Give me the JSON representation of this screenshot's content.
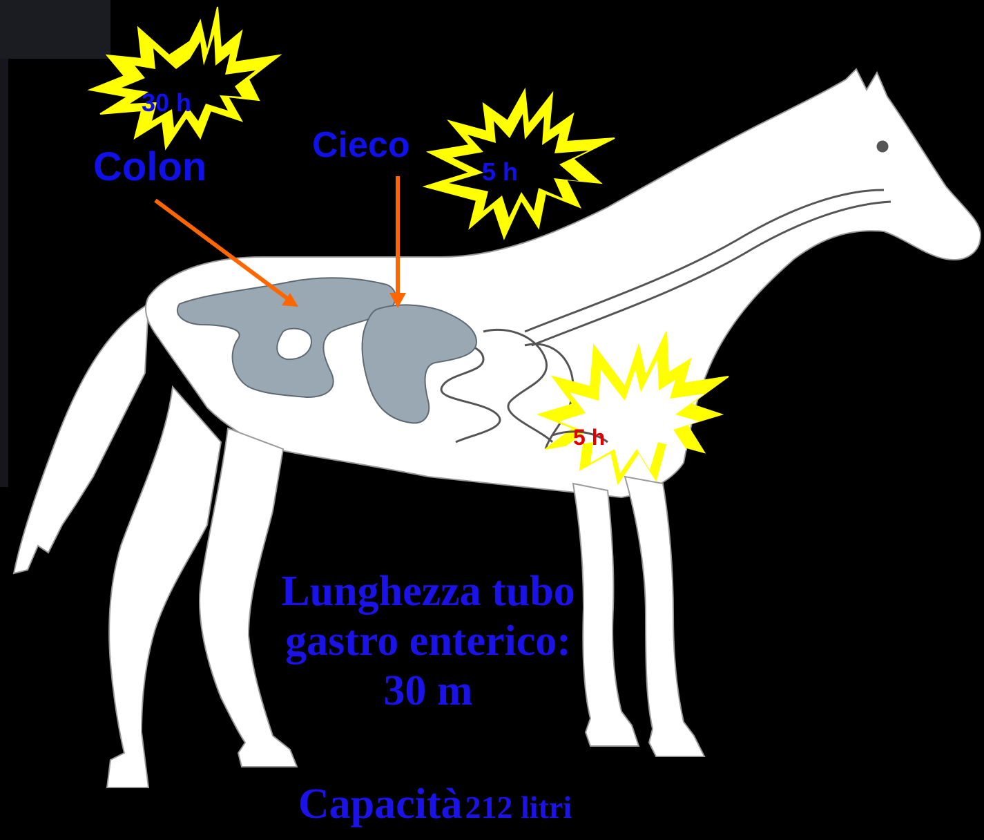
{
  "labels": {
    "colon": "Colon",
    "cieco": "Cieco",
    "colon_time": "30 h",
    "cieco_time": "5 h",
    "stomach_time": "5 h"
  },
  "info": {
    "line1": "Lunghezza tubo",
    "line2": "gastro enterico:",
    "line3": "30 m",
    "capacity_word": "Capacità",
    "capacity_value": "212 litri"
  },
  "colors": {
    "background": "#000000",
    "horse": "#ffffff",
    "organ": "#9aa8b3",
    "starburst": "#ffff00",
    "arrow": "#ff6600",
    "label_blue": "#1010e8",
    "label_red": "#e00000"
  }
}
